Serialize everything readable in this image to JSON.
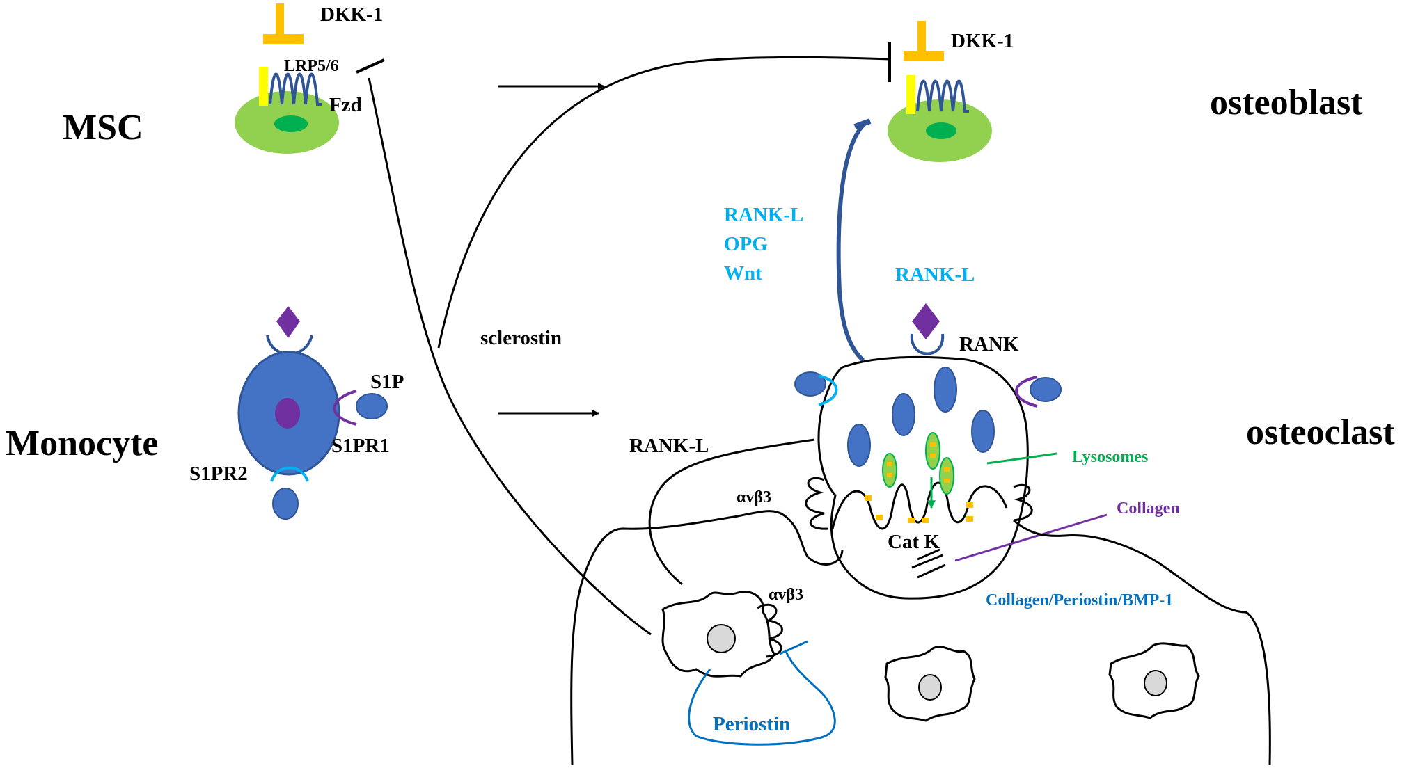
{
  "colors": {
    "black": "#000000",
    "cell_green": "#92d050",
    "nucleus_green": "#00b050",
    "dkk_orange": "#ffc000",
    "lrp_yellow": "#ffff00",
    "receptor_blue": "#2f5597",
    "signal_cyan": "#00b0f0",
    "monocyte_blue": "#4472c4",
    "nucleus_purple": "#7030a0",
    "lysosome_green": "#00b050",
    "collagen_purple": "#7030a0",
    "matrix_blue": "#0070c0",
    "osteocyte_nucleus": "#d9d9d9"
  },
  "icons": [
    "inhibition-bar",
    "arrow",
    "frizzled-receptor",
    "ligand-diamond",
    "lysosome"
  ],
  "labels": {
    "msc": "MSC",
    "osteoblast": "osteoblast",
    "monocyte": "Monocyte",
    "osteoclast": "osteoclast",
    "dkk1_left": "DKK-1",
    "dkk1_right": "DKK-1",
    "lrp": "LRP5/6",
    "fzd": "Fzd",
    "s1p": "S1P",
    "s1pr1": "S1PR1",
    "s1pr2": "S1PR2",
    "sclerostin": "sclerostin",
    "rankl_signal": "RANK-L",
    "opg": "OPG",
    "wnt": "Wnt",
    "rankl_top": "RANK-L",
    "rank": "RANK",
    "rankl_bottom": "RANK-L",
    "avb3_top": "αvβ3",
    "avb3_bottom": "αvβ3",
    "lysosomes": "Lysosomes",
    "collagen": "Collagen",
    "catk": "Cat K",
    "matrix": "Collagen/Periostin/BMP-1",
    "periostin": "Periostin"
  }
}
